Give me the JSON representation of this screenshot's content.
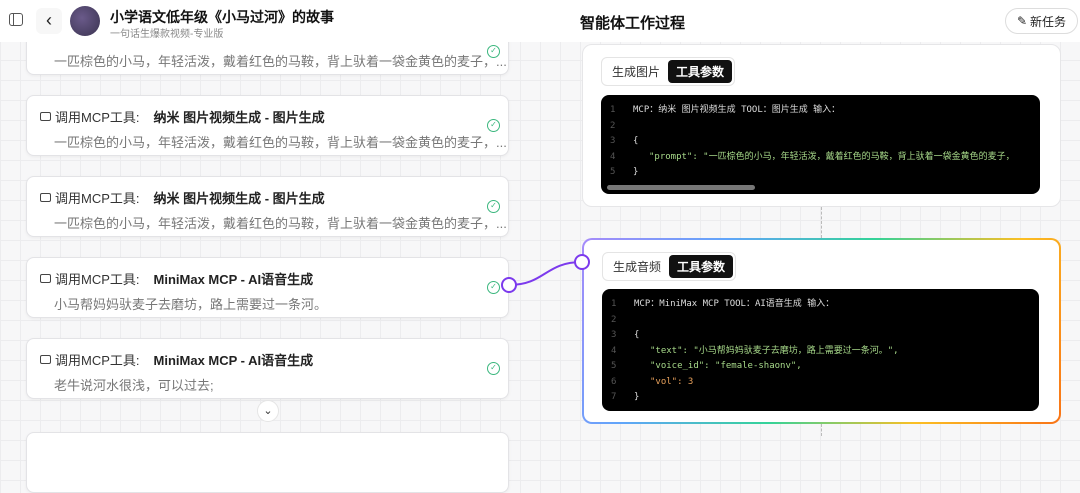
{
  "header": {
    "title": "小学语文低年级《小马过河》的故事",
    "subtitle": "一句话生爆款视频-专业版",
    "center_title": "智能体工作过程",
    "new_task": "新任务"
  },
  "cards": [
    {
      "tool_prefix": "",
      "tool_name": "",
      "desc": "一匹棕色的小马，年轻活泼，戴着红色的马鞍，背上驮着一袋金黄色的麦子，..."
    },
    {
      "tool_prefix": "调用MCP工具:",
      "tool_name": "纳米 图片视频生成 - 图片生成",
      "desc": "一匹棕色的小马，年轻活泼，戴着红色的马鞍，背上驮着一袋金黄色的麦子，..."
    },
    {
      "tool_prefix": "调用MCP工具:",
      "tool_name": "纳米 图片视频生成 - 图片生成",
      "desc": "一匹棕色的小马，年轻活泼，戴着红色的马鞍，背上驮着一袋金黄色的麦子，..."
    },
    {
      "tool_prefix": "调用MCP工具:",
      "tool_name": "MiniMax MCP - AI语音生成",
      "desc": "小马帮妈妈驮麦子去磨坊，路上需要过一条河。"
    },
    {
      "tool_prefix": "调用MCP工具:",
      "tool_name": "MiniMax MCP - AI语音生成",
      "desc": "老牛说河水很浅，可以过去;"
    }
  ],
  "panels": [
    {
      "tab1": "生成图片",
      "tab2": "工具参数",
      "lines": [
        "MCP：纳米 图片视频生成 TOOL：图片生成 输入：",
        "",
        "{",
        "\"prompt\": \"一匹棕色的小马，年轻活泼，戴着红色的马鞍，背上驮着一袋金黄色的麦子，",
        "}"
      ]
    },
    {
      "tab1": "生成音频",
      "tab2": "工具参数",
      "lines": [
        "MCP：MiniMax MCP TOOL：AI语音生成 输入：",
        "",
        "{",
        "\"text\": \"小马帮妈妈驮麦子去磨坊，路上需要过一条河。\",",
        "\"voice_id\": \"female-shaonv\",",
        "\"vol\": 3",
        "}"
      ]
    }
  ]
}
